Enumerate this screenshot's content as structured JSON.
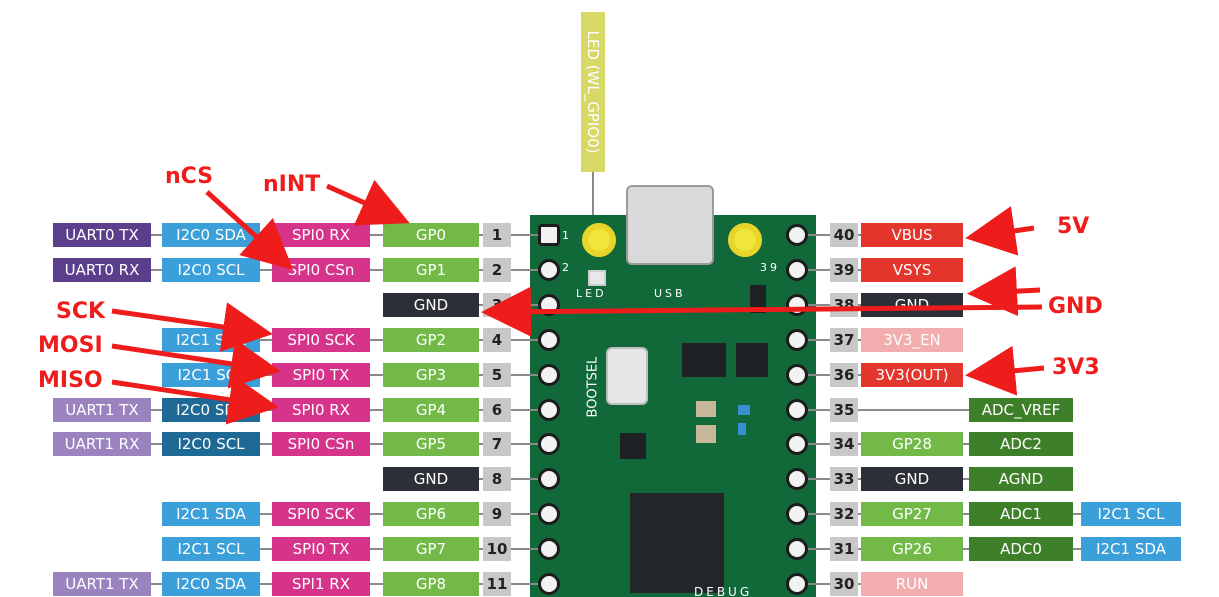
{
  "colors": {
    "gp": "#72b947",
    "spi": "#d6338a",
    "i2c": "#3b9fd9",
    "i2c_dark": "#1f6996",
    "uart": "#5b3f8c",
    "uart_light": "#9a83bf",
    "gnd": "#2d2f36",
    "power": "#e3352b",
    "power_light": "#f2aeae",
    "adc": "#3e7f2a",
    "pin": "#c8c8c8",
    "led": "#d7d866",
    "annotation": "#ef1c1c",
    "board": "#11693a"
  },
  "led_label": "LED (WL_GPIO0)",
  "board": {
    "led_text": "LED",
    "usb_text": "USB",
    "bootsel_text": "BOOTSEL",
    "debug_text": "DEBUG",
    "pin1_mark": "1",
    "pin2_mark": "2",
    "pin39_mark": "39"
  },
  "left_rows": [
    {
      "pin": "1",
      "labels": [
        {
          "text": "GP0",
          "type": "gp"
        },
        {
          "text": "SPI0 RX",
          "type": "spi"
        },
        {
          "text": "I2C0 SDA",
          "type": "i2c"
        },
        {
          "text": "UART0 TX",
          "type": "uart"
        }
      ]
    },
    {
      "pin": "2",
      "labels": [
        {
          "text": "GP1",
          "type": "gp"
        },
        {
          "text": "SPI0 CSn",
          "type": "spi"
        },
        {
          "text": "I2C0 SCL",
          "type": "i2c"
        },
        {
          "text": "UART0 RX",
          "type": "uart"
        }
      ]
    },
    {
      "pin": "3",
      "labels": [
        {
          "text": "GND",
          "type": "gnd"
        }
      ]
    },
    {
      "pin": "4",
      "labels": [
        {
          "text": "GP2",
          "type": "gp"
        },
        {
          "text": "SPI0 SCK",
          "type": "spi"
        },
        {
          "text": "I2C1 SDA",
          "type": "i2c"
        }
      ]
    },
    {
      "pin": "5",
      "labels": [
        {
          "text": "GP3",
          "type": "gp"
        },
        {
          "text": "SPI0 TX",
          "type": "spi"
        },
        {
          "text": "I2C1 SCL",
          "type": "i2c"
        }
      ]
    },
    {
      "pin": "6",
      "labels": [
        {
          "text": "GP4",
          "type": "gp"
        },
        {
          "text": "SPI0 RX",
          "type": "spi"
        },
        {
          "text": "I2C0 SDA",
          "type": "i2c_dark"
        },
        {
          "text": "UART1 TX",
          "type": "uart_light"
        }
      ]
    },
    {
      "pin": "7",
      "labels": [
        {
          "text": "GP5",
          "type": "gp"
        },
        {
          "text": "SPI0 CSn",
          "type": "spi"
        },
        {
          "text": "I2C0 SCL",
          "type": "i2c_dark"
        },
        {
          "text": "UART1 RX",
          "type": "uart_light"
        }
      ]
    },
    {
      "pin": "8",
      "labels": [
        {
          "text": "GND",
          "type": "gnd"
        }
      ]
    },
    {
      "pin": "9",
      "labels": [
        {
          "text": "GP6",
          "type": "gp"
        },
        {
          "text": "SPI0 SCK",
          "type": "spi"
        },
        {
          "text": "I2C1 SDA",
          "type": "i2c"
        }
      ]
    },
    {
      "pin": "10",
      "labels": [
        {
          "text": "GP7",
          "type": "gp"
        },
        {
          "text": "SPI0 TX",
          "type": "spi"
        },
        {
          "text": "I2C1 SCL",
          "type": "i2c"
        }
      ]
    },
    {
      "pin": "11",
      "labels": [
        {
          "text": "GP8",
          "type": "gp"
        },
        {
          "text": "SPI1 RX",
          "type": "spi"
        },
        {
          "text": "I2C0 SDA",
          "type": "i2c"
        },
        {
          "text": "UART1 TX",
          "type": "uart_light"
        }
      ]
    }
  ],
  "right_rows": [
    {
      "pin": "40",
      "labels": [
        {
          "text": "VBUS",
          "type": "power"
        }
      ]
    },
    {
      "pin": "39",
      "labels": [
        {
          "text": "VSYS",
          "type": "power"
        }
      ]
    },
    {
      "pin": "38",
      "labels": [
        {
          "text": "GND",
          "type": "gnd"
        }
      ]
    },
    {
      "pin": "37",
      "labels": [
        {
          "text": "3V3_EN",
          "type": "power_light"
        }
      ]
    },
    {
      "pin": "36",
      "labels": [
        {
          "text": "3V3(OUT)",
          "type": "power"
        }
      ]
    },
    {
      "pin": "35",
      "labels": [
        {
          "text": "",
          "type": "none"
        },
        {
          "text": "ADC_VREF",
          "type": "adc"
        }
      ]
    },
    {
      "pin": "34",
      "labels": [
        {
          "text": "GP28",
          "type": "gp"
        },
        {
          "text": "ADC2",
          "type": "adc"
        }
      ]
    },
    {
      "pin": "33",
      "labels": [
        {
          "text": "GND",
          "type": "gnd"
        },
        {
          "text": "AGND",
          "type": "adc"
        }
      ]
    },
    {
      "pin": "32",
      "labels": [
        {
          "text": "GP27",
          "type": "gp"
        },
        {
          "text": "ADC1",
          "type": "adc"
        },
        {
          "text": "I2C1 SCL",
          "type": "i2c"
        }
      ]
    },
    {
      "pin": "31",
      "labels": [
        {
          "text": "GP26",
          "type": "gp"
        },
        {
          "text": "ADC0",
          "type": "adc"
        },
        {
          "text": "I2C1 SDA",
          "type": "i2c"
        }
      ]
    },
    {
      "pin": "30",
      "labels": [
        {
          "text": "RUN",
          "type": "power_light"
        }
      ]
    }
  ],
  "annotations": {
    "ncs": "nCS",
    "nint": "nINT",
    "sck": "SCK",
    "mosi": "MOSI",
    "miso": "MISO",
    "v5": "5V",
    "gnd": "GND",
    "v3v3": "3V3"
  }
}
